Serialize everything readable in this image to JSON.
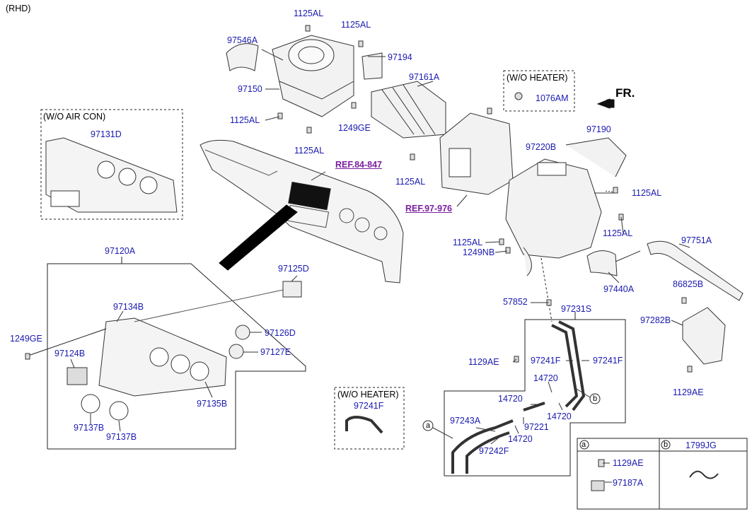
{
  "variant": "(RHD)",
  "direction": "FR.",
  "boxes": {
    "wo_air_con": "(W/O AIR CON)",
    "wo_heater_top": "(W/O HEATER)",
    "wo_heater_hose": "(W/O HEATER)"
  },
  "refs": {
    "ref1": "REF.84-847",
    "ref2": "REF.97-976"
  },
  "parts": {
    "p1125AL_a": "1125AL",
    "p1125AL_b": "1125AL",
    "p97546A": "97546A",
    "p97194": "97194",
    "p97150": "97150",
    "p1125AL_c": "1125AL",
    "p1125AL_d": "1125AL",
    "p97161A": "97161A",
    "p1249GE_a": "1249GE",
    "p1125AL_e": "1125AL",
    "p1076AM": "1076AM",
    "p97190": "97190",
    "p97220B": "97220B",
    "p1125AL_f": "1125AL",
    "p1125AL_g": "1125AL",
    "p1125AL_h": "1125AL",
    "p1249NB": "1249NB",
    "p97751A": "97751A",
    "p97440A": "97440A",
    "p97131D": "97131D",
    "p97120A": "97120A",
    "p97125D": "97125D",
    "p97134B": "97134B",
    "p1249GE_b": "1249GE",
    "p97124B": "97124B",
    "p97126D": "97126D",
    "p97127E": "97127E",
    "p97135B": "97135B",
    "p97137B_a": "97137B",
    "p97137B_b": "97137B",
    "p97241F_wo": "97241F",
    "p57852": "57852",
    "p97231S": "97231S",
    "p86825B": "86825B",
    "p97282B": "97282B",
    "p1129AE_a": "1129AE",
    "p97241F_a": "97241F",
    "p97241F_b": "97241F",
    "p14720_a": "14720",
    "p14720_b": "14720",
    "p14720_c": "14720",
    "p14720_d": "14720",
    "p97221": "97221",
    "p97243A": "97243A",
    "p97242F": "97242F",
    "p1129AE_b": "1129AE",
    "p1129AE_c": "1129AE",
    "p97187A": "97187A",
    "p1799JG": "1799JG"
  },
  "callouts": {
    "a": "a",
    "b": "b",
    "table_a": "a",
    "table_b": "b"
  }
}
